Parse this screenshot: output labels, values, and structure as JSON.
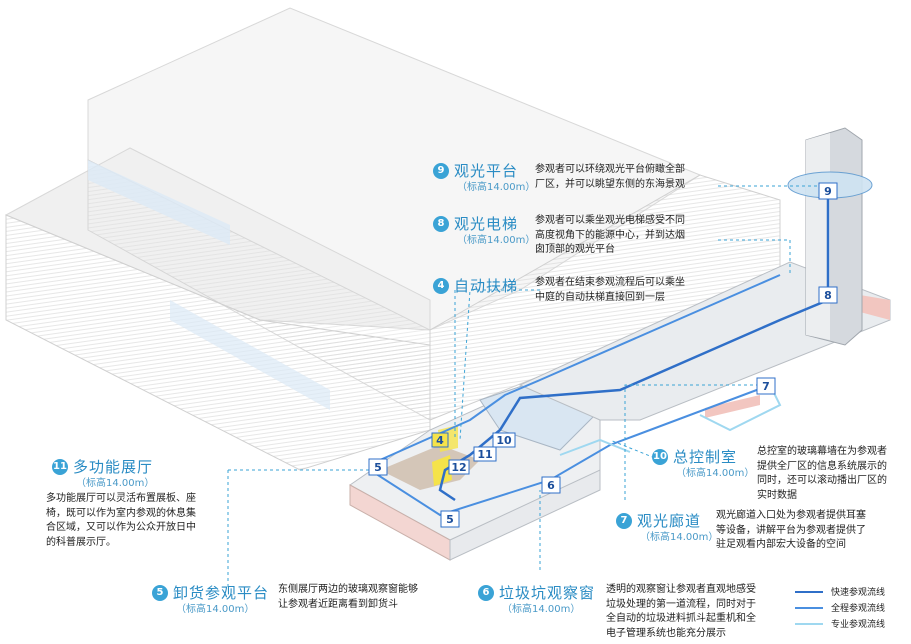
{
  "callouts": [
    {
      "num": "9",
      "title": "观光平台",
      "elev": "（标高14.00m）",
      "desc": [
        "参观者可以环绕观光平台俯瞰全部",
        "厂区，并可以眺望东侧的东海景观"
      ]
    },
    {
      "num": "8",
      "title": "观光电梯",
      "elev": "（标高14.00m）",
      "desc": [
        "参观者可以乘坐观光电梯感受不同",
        "高度视角下的能源中心，并到达烟",
        "囱顶部的观光平台"
      ]
    },
    {
      "num": "4",
      "title": "自动扶梯",
      "elev": "",
      "desc": [
        "参观者在结束参观流程后可以乘坐",
        "中庭的自动扶梯直接回到一层"
      ]
    },
    {
      "num": "10",
      "title": "总控制室",
      "elev": "（标高14.00m）",
      "desc": [
        "总控室的玻璃幕墙在为参观者",
        "提供全厂区的信息系统展示的",
        "同时，还可以滚动播出厂区的",
        "实时数据"
      ]
    },
    {
      "num": "7",
      "title": "观光廊道",
      "elev": "（标高14.00m）",
      "desc": [
        "观光廊道入口处为参观者提供耳塞",
        "等设备，讲解平台为参观者提供了",
        "驻足观看内部宏大设备的空间"
      ]
    },
    {
      "num": "11",
      "title": "多功能展厅",
      "elev": "（标高14.00m）",
      "desc": [
        "多功能展厅可以灵活布置展板、座",
        "椅，既可以作为室内参观的休息集",
        "合区域，又可以作为公众开放日中",
        "的科普展示厅。"
      ]
    },
    {
      "num": "5",
      "title": "卸货参观平台",
      "elev": "（标高14.00m）",
      "desc": [
        "东侧展厅两边的玻璃观察窗能够",
        "让参观者近距离看到卸货斗"
      ]
    },
    {
      "num": "6",
      "title": "垃圾坑观察窗",
      "elev": "（标高14.00m）",
      "desc": [
        "透明的观察窗让参观者直观地感受",
        "垃圾处理的第一道流程，同时对于",
        "全自动的垃圾进料抓斗起重机和全",
        "电子管理系统也能充分展示"
      ]
    }
  ],
  "route_markers": [
    "9",
    "8",
    "7",
    "10",
    "11",
    "4",
    "12",
    "5",
    "5",
    "6"
  ],
  "legend": [
    {
      "label": "快速参观流线",
      "color": "#2f6fc8"
    },
    {
      "label": "全程参观流线",
      "color": "#4a8fe0"
    },
    {
      "label": "专业参观流线",
      "color": "#9fd8f0"
    }
  ],
  "colors": {
    "accent": "#3aa3d6",
    "fast": "#2f6fc8",
    "full": "#4a8fe0",
    "pro": "#9fd8f0"
  }
}
